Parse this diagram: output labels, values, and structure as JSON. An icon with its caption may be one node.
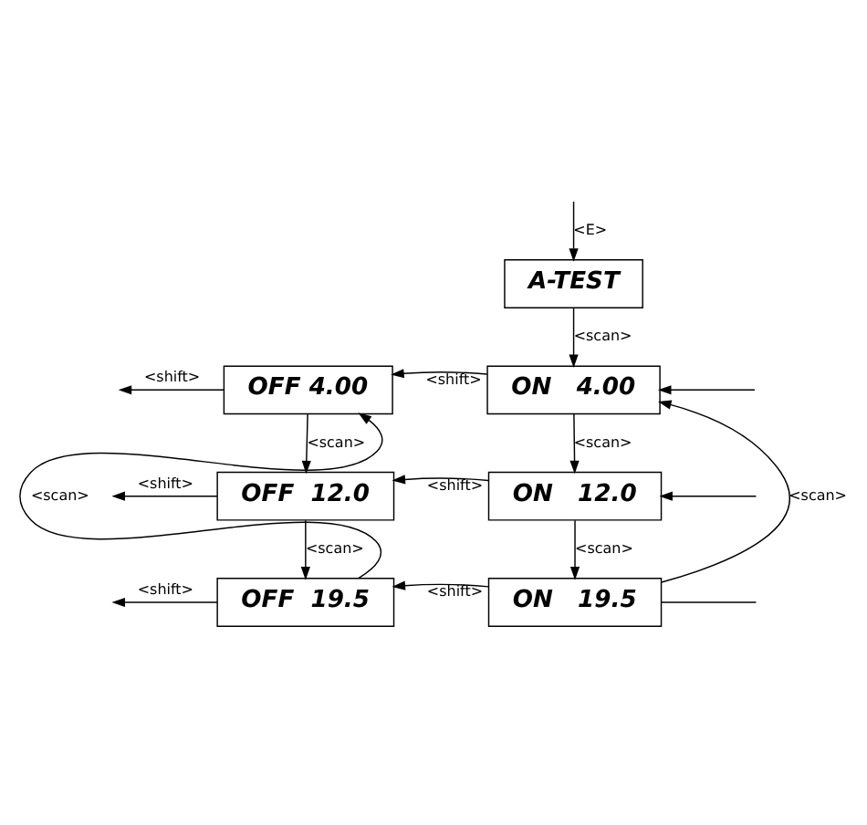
{
  "diagram": {
    "nodes": [
      {
        "text": [
          "A-TEST"
        ]
      },
      {
        "text": [
          "OFF 4.00"
        ]
      },
      {
        "text": [
          "ON   4.00"
        ]
      },
      {
        "text": [
          "OFF  12.0"
        ]
      },
      {
        "text": [
          "ON   12.0"
        ]
      },
      {
        "text": [
          "OFF  19.5"
        ]
      },
      {
        "text": [
          "ON   19.5"
        ]
      }
    ],
    "edges": [
      {
        "from": null,
        "to": 0,
        "arrow": "to",
        "label": "<E>"
      },
      {
        "from": 0,
        "to": 2,
        "arrow": "to",
        "label": "<scan>"
      },
      {
        "from": 2,
        "to": 1,
        "arrow": "to",
        "label": "<shift>"
      },
      {
        "from": 1,
        "to": null,
        "arrow": "to",
        "label": "<shift>"
      },
      {
        "from": null,
        "to": 2,
        "arrow": "to"
      },
      {
        "from": 2,
        "to": 4,
        "arrow": "to",
        "label": "<scan>"
      },
      {
        "from": 1,
        "to": 3,
        "arrow": "to",
        "label": "<scan>"
      },
      {
        "from": 4,
        "to": 3,
        "arrow": "to",
        "label": "<shift>"
      },
      {
        "from": 3,
        "to": null,
        "arrow": "to",
        "label": "<shift>"
      },
      {
        "from": null,
        "to": 4,
        "arrow": "to"
      },
      {
        "from": 4,
        "to": 6,
        "arrow": "to",
        "label": "<scan>"
      },
      {
        "from": 3,
        "to": 5,
        "arrow": "to",
        "label": "<scan>"
      },
      {
        "from": 6,
        "to": 5,
        "arrow": "to",
        "label": "<shift>"
      },
      {
        "from": 5,
        "to": null,
        "arrow": "to",
        "label": "<shift>"
      },
      {
        "from": 6,
        "to": null,
        "arrow": "none"
      },
      {
        "from": 6,
        "to": 2,
        "arrow": "to",
        "label": "<scan>"
      },
      {
        "from": 5,
        "to": 1,
        "arrow": "to",
        "label": "<scan>"
      }
    ]
  }
}
